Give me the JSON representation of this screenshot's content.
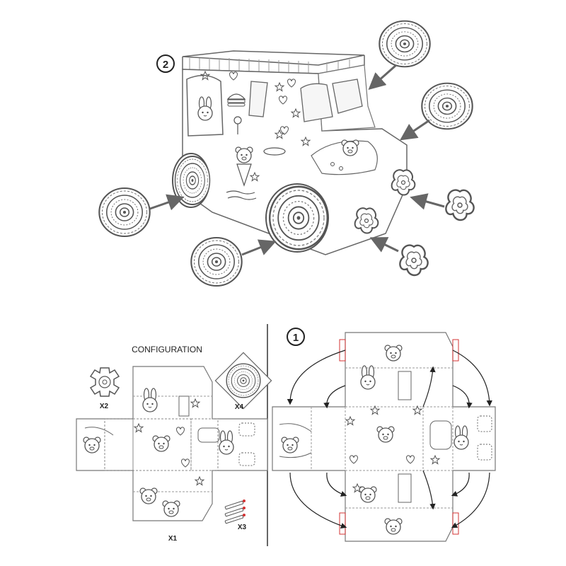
{
  "steps": {
    "step2": "2",
    "step1": "1"
  },
  "configuration": {
    "title": "CONFIGURATION",
    "gear_qty": "X2",
    "wheel_qty": "X4",
    "markers_qty": "X3",
    "sheet_qty": "X1"
  },
  "colors": {
    "line": "#555555",
    "arrow": "#666666",
    "accent_red": "#d33333",
    "paper": "#ffffff"
  },
  "icons": [
    "wheel-icon",
    "flower-gear-icon",
    "marker-pen-icon",
    "arrow-icon",
    "bunny-icon",
    "bear-icon",
    "star-icon",
    "heart-icon"
  ]
}
